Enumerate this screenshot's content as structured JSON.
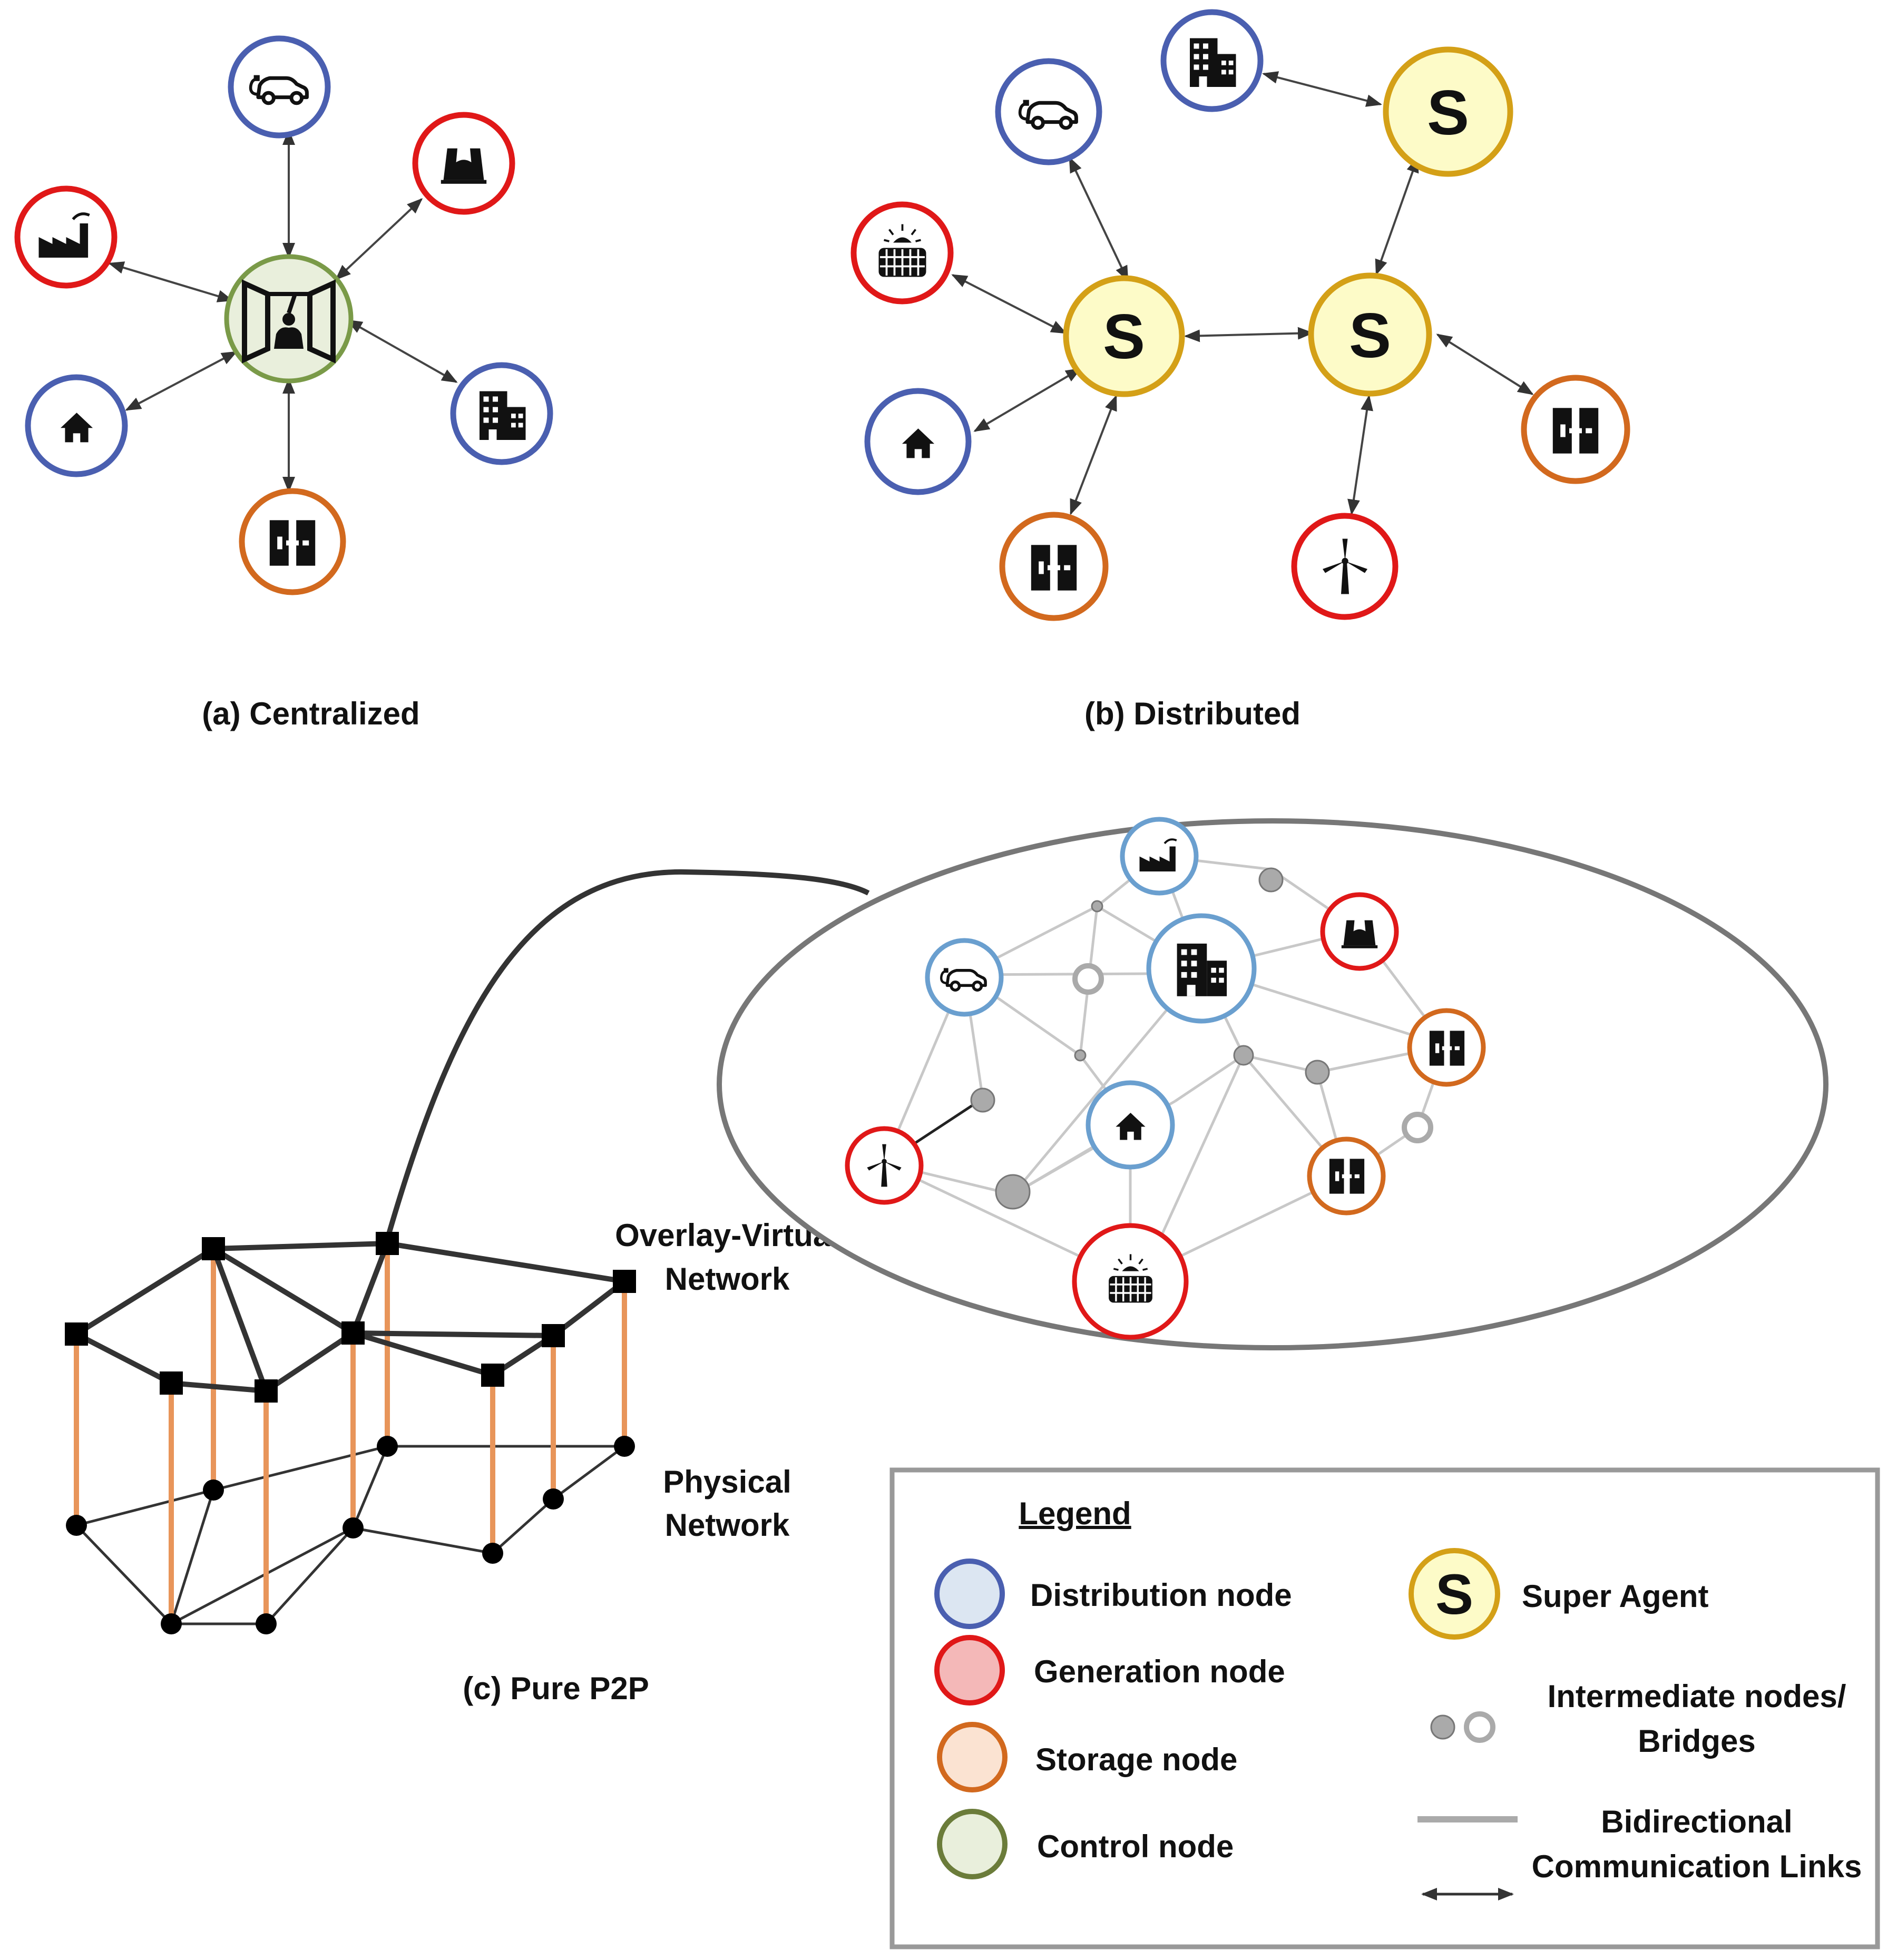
{
  "captions": {
    "a": "(a) Centralized",
    "b": "(b) Distributed",
    "c": "(c) Pure P2P"
  },
  "super_agent_letter": "S",
  "network_labels": {
    "overlay_line1": "Overlay-Virtual",
    "overlay_line2": "Network",
    "physical_line1": "Physical",
    "physical_line2": "Network"
  },
  "legend": {
    "title": "Legend",
    "distribution": "Distribution node",
    "generation": "Generation node",
    "storage": "Storage node",
    "control": "Control node",
    "super_agent": "Super Agent",
    "intermediate_line1": "Intermediate nodes/",
    "intermediate_line2": "Bridges",
    "links_line1": "Bidirectional",
    "links_line2": "Communication Links"
  },
  "colors": {
    "distribution": "#4a5fb0",
    "generation": "#e01818",
    "storage": "#d2691e",
    "control": "#6b7c3a",
    "super_agent": "#d4a017",
    "super_agent_fill": "#fdfbc8",
    "light_blue_ring": "#6a9fcf",
    "physical_pillar": "#e8955a"
  },
  "icons": [
    "ev-car-icon",
    "power-plant-icon",
    "factory-icon",
    "house-icon",
    "office-building-icon",
    "battery-storage-icon",
    "solar-panel-icon",
    "wind-turbine-icon",
    "control-center-icon"
  ]
}
